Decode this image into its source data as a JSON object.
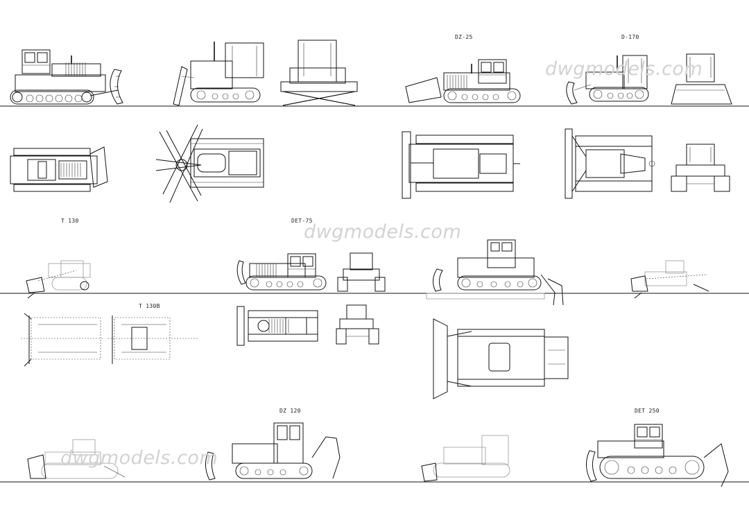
{
  "labels": {
    "dz25": "DZ-25",
    "d170": "D-170",
    "t130": "T 130",
    "det75": "DET-75",
    "t130b": "T 130B",
    "dz120": "DZ 120",
    "det250": "DET 250"
  },
  "watermarks": {
    "top": "dwgmodels.com",
    "middle": "dwgmodels.com",
    "bottom": "dwgmodels.com"
  },
  "colors": {
    "line": "#111111",
    "watermark": "#d2d2d2",
    "background": "#ffffff"
  }
}
